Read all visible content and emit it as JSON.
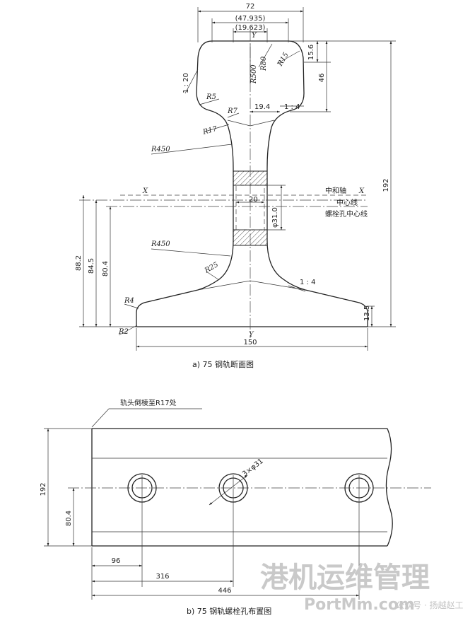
{
  "figure_a": {
    "caption": "a)  75 钢轨断面图",
    "dims": {
      "width_72": "72",
      "dim_47935": "(47.935)",
      "dim_19623": "(19.623)",
      "h_192": "192",
      "h_46": "46",
      "h_156": "15.6",
      "w_194": "19.4",
      "w_20": "20",
      "d_310": "φ31.0",
      "h_882": "88.2",
      "h_845": "84.5",
      "h_804": "80.4",
      "h_135": "13.5",
      "w_150": "150"
    },
    "radii": {
      "r80": "R80",
      "r500": "R500",
      "r15": "R15",
      "r5": "R5",
      "r7": "R7",
      "r17": "R17",
      "r450_top": "R450",
      "r450_bot": "R450",
      "r25": "R25",
      "r4": "R4",
      "r2": "R2"
    },
    "slopes": {
      "s120": "1 : 20",
      "s14_head": "1 : 4",
      "s14_foot": "1 : 4"
    },
    "axes": {
      "x_left": "X",
      "x_right": "X",
      "y_top": "Y",
      "y_bottom": "Y"
    },
    "labels": {
      "neutral_axis": "中和轴",
      "center_line": "中心线",
      "bolt_center": "螺栓孔中心线"
    }
  },
  "figure_b": {
    "caption": "b)  75 钢轨螺栓孔布置图",
    "note": "轨头倒棱至R17处",
    "dims": {
      "h_192": "192",
      "h_804": "80.4",
      "d96": "96",
      "d316": "316",
      "d446": "446",
      "holes": "3×φ31"
    },
    "holes_mm": [
      96,
      316,
      446
    ]
  },
  "watermark": {
    "title": "港机运维管理",
    "site": "PortMm.com",
    "credit": "公众号 · 扬越赵工"
  }
}
